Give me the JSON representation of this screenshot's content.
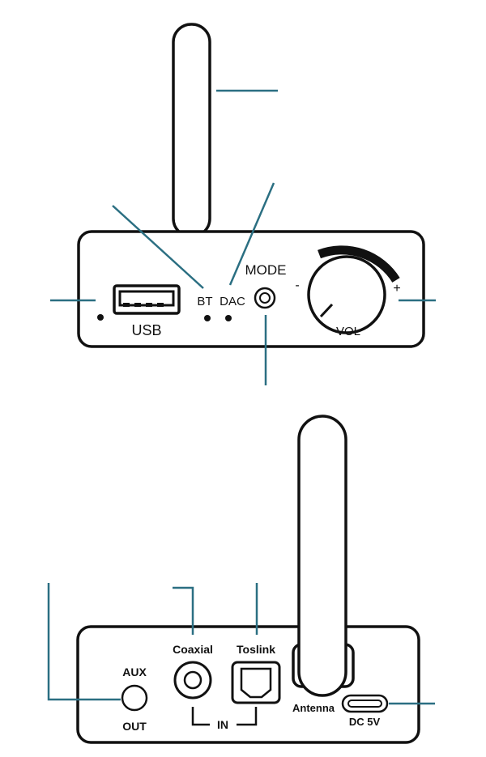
{
  "colors": {
    "outline": "#111111",
    "callout": "#2b6f82",
    "background": "#ffffff"
  },
  "front_panel": {
    "usb_label": "USB",
    "bt_label": "BT",
    "dac_label": "DAC",
    "mode_label": "MODE",
    "vol_label": "VOL",
    "minus_label": "-",
    "plus_label": "+"
  },
  "back_panel": {
    "aux_label": "AUX",
    "out_label": "OUT",
    "coaxial_label": "Coaxial",
    "toslink_label": "Toslink",
    "in_label": "IN",
    "antenna_label": "Antenna",
    "dc_label": "DC 5V"
  }
}
